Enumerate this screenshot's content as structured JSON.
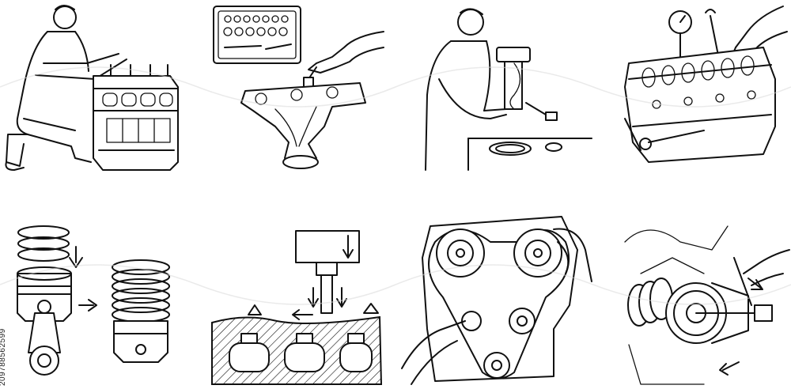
{
  "image": {
    "stock_id": "209788562599",
    "panels": [
      {
        "id": "mechanic-engine-block"
      },
      {
        "id": "socket-wrench-exhaust-manifold"
      },
      {
        "id": "mechanic-fuel-pump"
      },
      {
        "id": "cylinder-head-camshaft-gauge"
      },
      {
        "id": "piston-rings-install"
      },
      {
        "id": "cylinder-head-milling"
      },
      {
        "id": "timing-belt-pulleys"
      },
      {
        "id": "crankshaft-pulley-puller"
      }
    ],
    "colors": {
      "line": "#111111",
      "background": "#ffffff",
      "watermark": "#d9d9d9"
    }
  }
}
